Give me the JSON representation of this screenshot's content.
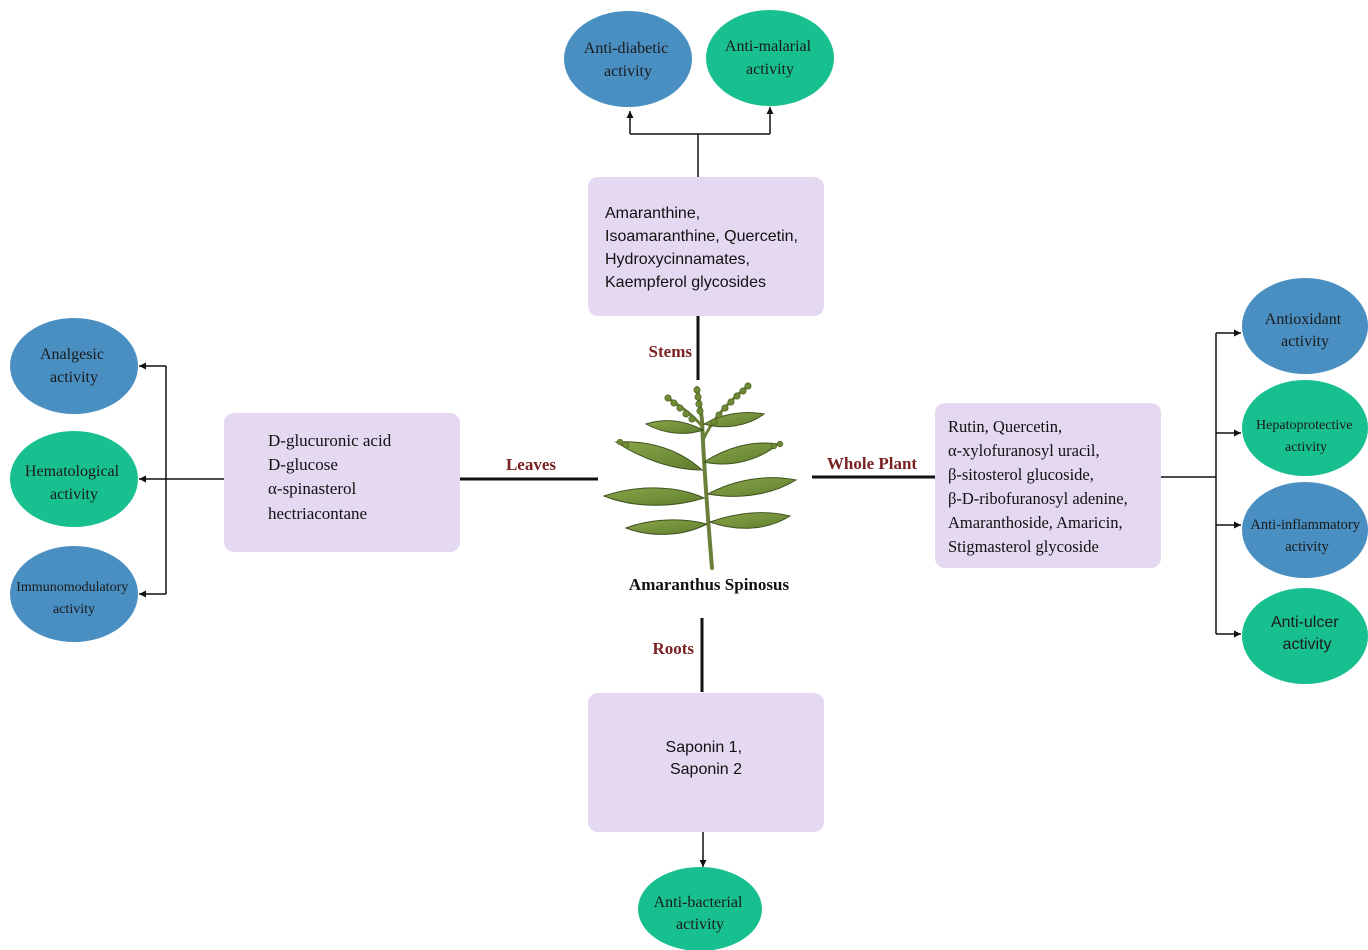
{
  "colors": {
    "box_fill": "#e4d9f1",
    "blue_node": "#4a8fc2",
    "green_node": "#19c08f",
    "branch_label": "#7a2222",
    "connector": "#111111"
  },
  "center": {
    "name": "Amaranthus Spinosus",
    "icon": "amaranth-plant-illustration"
  },
  "stems": {
    "label": "Stems",
    "compounds": [
      "Amaranthine,",
      "Isoamaranthine, Quercetin,",
      "Hydroxycinnamates,",
      "Kaempferol glycosides"
    ],
    "activities": [
      {
        "lines": [
          "Anti-diabetic",
          "activity"
        ],
        "color": "blue"
      },
      {
        "lines": [
          "Anti-malarial",
          "activity"
        ],
        "color": "green"
      }
    ]
  },
  "leaves": {
    "label": "Leaves",
    "compounds": [
      "D-glucuronic acid",
      "D-glucose",
      "α-spinasterol",
      "hectriacontane"
    ],
    "activities": [
      {
        "lines": [
          "Analgesic",
          "activity"
        ],
        "color": "blue"
      },
      {
        "lines": [
          "Hematological",
          "activity"
        ],
        "color": "green"
      },
      {
        "lines": [
          "Immunomodulatory",
          "activity"
        ],
        "color": "blue"
      }
    ]
  },
  "whole_plant": {
    "label": "Whole Plant",
    "compounds": [
      "Rutin, Quercetin,",
      "α-xylofuranosyl uracil,",
      "β-sitosterol glucoside,",
      "β-D-ribofuranosyl adenine,",
      "Amaranthoside, Amaricin,",
      "Stigmasterol glycoside"
    ],
    "activities": [
      {
        "lines": [
          "Antioxidant",
          "activity"
        ],
        "color": "blue"
      },
      {
        "lines": [
          "Hepatoprotective",
          "activity"
        ],
        "color": "green"
      },
      {
        "lines": [
          "Anti-inflammatory",
          "activity"
        ],
        "color": "blue"
      },
      {
        "lines": [
          "Anti-ulcer",
          "activity"
        ],
        "color": "green"
      }
    ]
  },
  "roots": {
    "label": "Roots",
    "compounds": [
      "Saponin 1,",
      "Saponin 2"
    ],
    "activities": [
      {
        "lines": [
          "Anti-bacterial",
          "activity"
        ],
        "color": "green"
      }
    ]
  }
}
